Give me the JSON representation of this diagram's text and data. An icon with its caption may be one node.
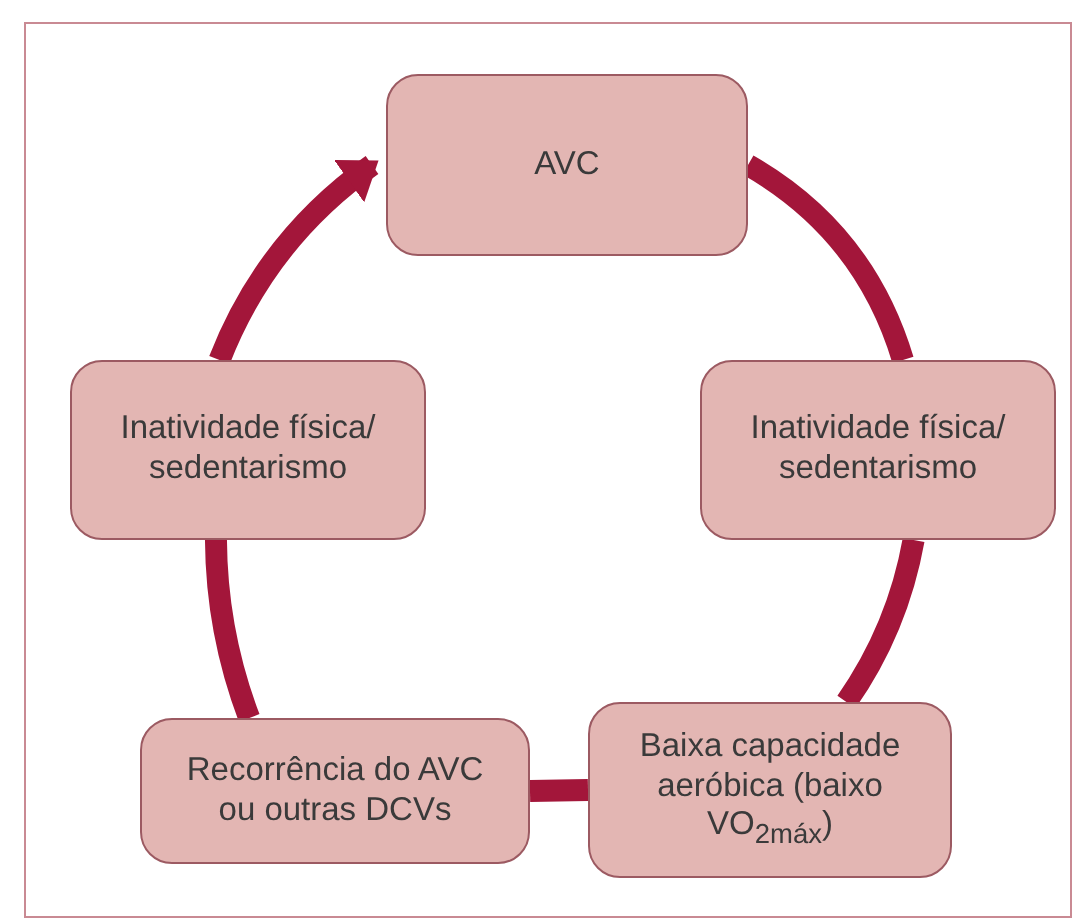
{
  "diagram": {
    "nodes": [
      {
        "text": [
          "AVC"
        ]
      },
      {
        "text": [
          "Inatividade física/ sedentarismo"
        ]
      },
      {
        "text": [
          "Baixa capacidade aeróbica (baixo VO$_{2máx}$)"
        ]
      },
      {
        "text": [
          "Recorrência do AVC ou outras DCVs"
        ]
      },
      {
        "text": [
          "Inatividade física/ sedentarismo"
        ]
      }
    ],
    "edges": [
      {
        "from": 0,
        "to": 1,
        "arrow": "none"
      },
      {
        "from": 1,
        "to": 2,
        "arrow": "none"
      },
      {
        "from": 2,
        "to": 3,
        "arrow": "none"
      },
      {
        "from": 3,
        "to": 4,
        "arrow": "none"
      },
      {
        "from": 4,
        "to": 0,
        "arrow": "to"
      }
    ]
  }
}
